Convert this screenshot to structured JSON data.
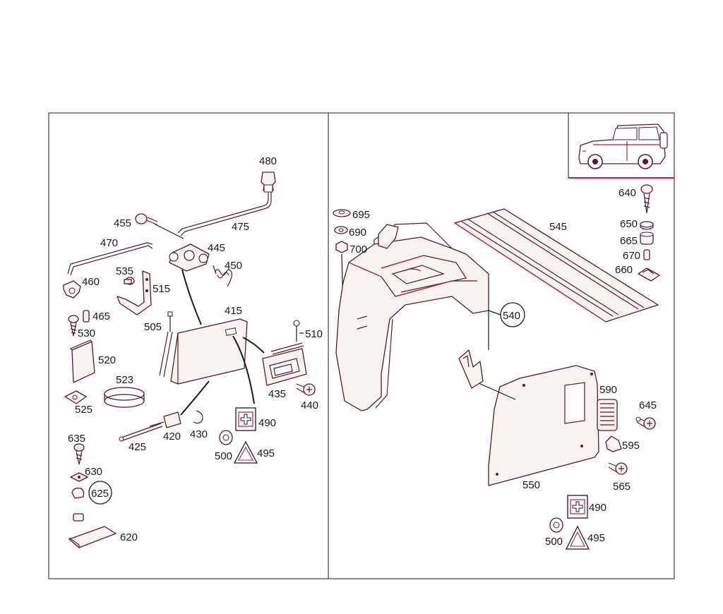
{
  "labels": {
    "p480": "480",
    "p475": "475",
    "p455": "455",
    "p445": "445",
    "p470": "470",
    "p450": "450",
    "p535": "535",
    "p460": "460",
    "p515": "515",
    "p465": "465",
    "p530": "530",
    "p415": "415",
    "p505": "505",
    "p510": "510",
    "p520": "520",
    "p523": "523",
    "p435": "435",
    "p440": "440",
    "p525": "525",
    "p490a": "490",
    "p430": "430",
    "p420": "420",
    "p425": "425",
    "p500a": "500",
    "p495a": "495",
    "p635": "635",
    "p630": "630",
    "p625": "625",
    "p620": "620",
    "p695": "695",
    "p690": "690",
    "p700": "700",
    "p545": "545",
    "p640": "640",
    "p650": "650",
    "p665": "665",
    "p670": "670",
    "p660": "660",
    "p540": "540",
    "p590": "590",
    "p645": "645",
    "p595": "595",
    "p565": "565",
    "p550": "550",
    "p490b": "490",
    "p500b": "500",
    "p495b": "495"
  },
  "colors": {
    "accent": "#c8163c",
    "line": "#1a1a1a",
    "part_stroke": "#5a1828",
    "part_fill": "#f7f4ef"
  },
  "icons": [
    "vehicle-thumbnail-icon",
    "first-aid-kit-icon",
    "warning-triangle-icon",
    "screw-icon",
    "grommet-icon"
  ]
}
